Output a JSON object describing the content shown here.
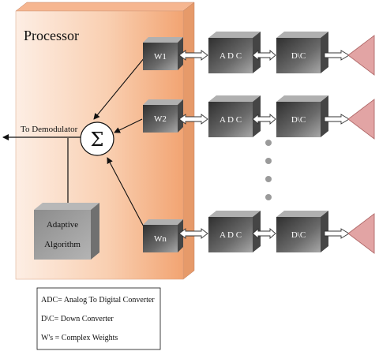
{
  "processor": {
    "title": "Processor"
  },
  "output": {
    "label": "To Demodulator"
  },
  "summer": {
    "symbol": "Σ"
  },
  "adaptive": {
    "line1": "Adaptive",
    "line2": "Algorithm"
  },
  "chains": [
    {
      "weight": "W1",
      "adc": "A D C",
      "dc": "D\\C"
    },
    {
      "weight": "W2",
      "adc": "A D C",
      "dc": "D\\C"
    },
    {
      "weight": "Wn",
      "adc": "A D C",
      "dc": "D\\C"
    }
  ],
  "legend": [
    "ADC= Analog To Digital Converter",
    "D\\C= Down Converter",
    "W's = Complex Weights"
  ],
  "colors": {
    "processor_fill_light": "#fde9dc",
    "processor_fill_dark": "#f3a877",
    "box_dark": "#3a3a3a",
    "box_light": "#9a9a9a",
    "antenna": "#e2a4a4"
  }
}
